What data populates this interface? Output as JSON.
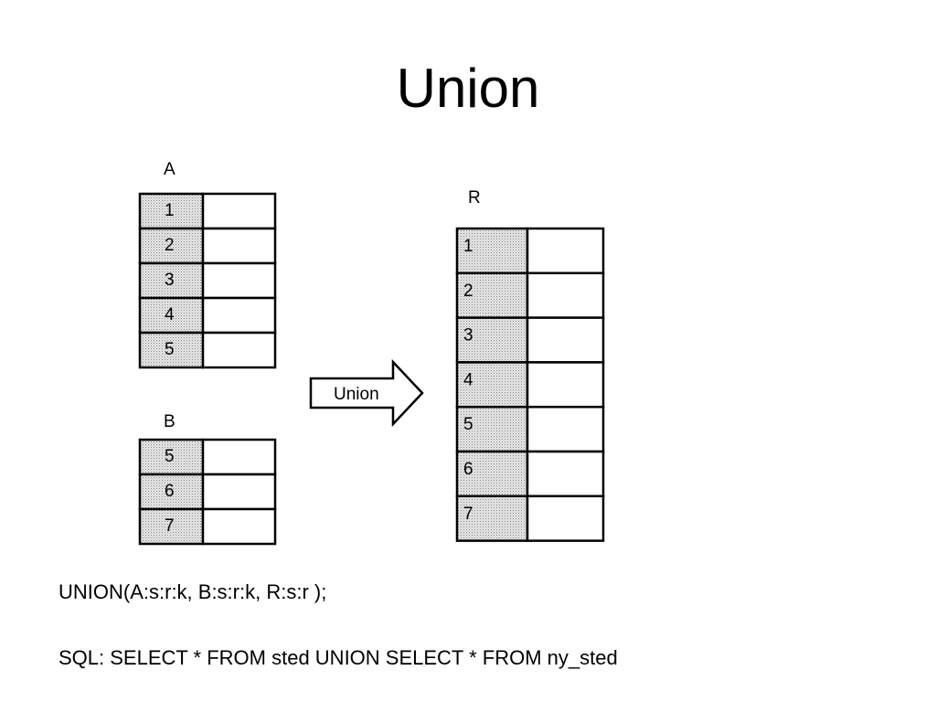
{
  "slide": {
    "title": "Union"
  },
  "diagram": {
    "table_a": {
      "label": "A",
      "rows": [
        "1",
        "2",
        "3",
        "4",
        "5"
      ]
    },
    "table_b": {
      "label": "B",
      "rows": [
        "5",
        "6",
        "7"
      ]
    },
    "table_r": {
      "label": "R",
      "rows": [
        "1",
        "2",
        "3",
        "4",
        "5",
        "6",
        "7"
      ]
    },
    "arrow_label": "Union"
  },
  "captions": {
    "union_call": "UNION(A:s:r:k, B:s:r:k, R:s:r );",
    "sql": "SQL: SELECT * FROM sted UNION SELECT * FROM ny_sted"
  }
}
